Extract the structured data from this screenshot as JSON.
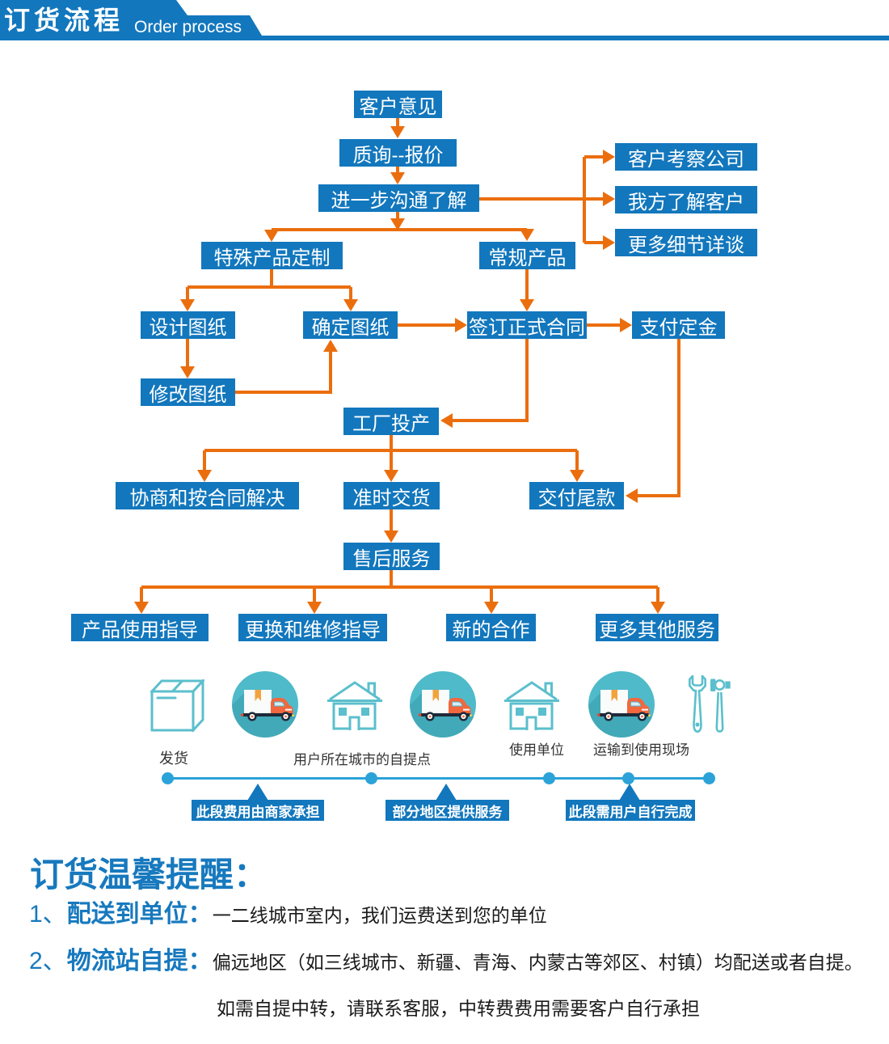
{
  "header": {
    "title_zh": "订货流程",
    "title_en": "Order process"
  },
  "flowchart": {
    "nodes": [
      {
        "id": "customer-feedback",
        "label": "客户意见"
      },
      {
        "id": "inquiry-quotation",
        "label": "质询--报价"
      },
      {
        "id": "further-communication",
        "label": "进一步沟通了解"
      },
      {
        "id": "client-visits-company",
        "label": "客户考察公司"
      },
      {
        "id": "we-understand-client",
        "label": "我方了解客户"
      },
      {
        "id": "more-details-discussion",
        "label": "更多细节详谈"
      },
      {
        "id": "special-product-custom",
        "label": "特殊产品定制"
      },
      {
        "id": "regular-product",
        "label": "常规产品"
      },
      {
        "id": "design-drawings",
        "label": "设计图纸"
      },
      {
        "id": "confirm-drawings",
        "label": "确定图纸"
      },
      {
        "id": "sign-formal-contract",
        "label": "签订正式合同"
      },
      {
        "id": "pay-deposit",
        "label": "支付定金"
      },
      {
        "id": "modify-drawings",
        "label": "修改图纸"
      },
      {
        "id": "factory-production",
        "label": "工厂投产"
      },
      {
        "id": "negotiate-per-contract",
        "label": "协商和按合同解决"
      },
      {
        "id": "on-time-delivery",
        "label": "准时交货"
      },
      {
        "id": "pay-balance",
        "label": "交付尾款"
      },
      {
        "id": "after-sales-service",
        "label": "售后服务"
      },
      {
        "id": "product-usage-guidance",
        "label": "产品使用指导"
      },
      {
        "id": "replacement-repair-guidance",
        "label": "更换和维修指导"
      },
      {
        "id": "new-cooperation",
        "label": "新的合作"
      },
      {
        "id": "more-other-services",
        "label": "更多其他服务"
      }
    ],
    "edges": [
      [
        "customer-feedback",
        "inquiry-quotation"
      ],
      [
        "inquiry-quotation",
        "further-communication"
      ],
      [
        "further-communication",
        "client-visits-company"
      ],
      [
        "further-communication",
        "we-understand-client"
      ],
      [
        "further-communication",
        "more-details-discussion"
      ],
      [
        "further-communication",
        "special-product-custom"
      ],
      [
        "further-communication",
        "regular-product"
      ],
      [
        "special-product-custom",
        "design-drawings"
      ],
      [
        "special-product-custom",
        "confirm-drawings"
      ],
      [
        "design-drawings",
        "modify-drawings"
      ],
      [
        "modify-drawings",
        "confirm-drawings"
      ],
      [
        "confirm-drawings",
        "sign-formal-contract"
      ],
      [
        "regular-product",
        "sign-formal-contract"
      ],
      [
        "sign-formal-contract",
        "pay-deposit"
      ],
      [
        "sign-formal-contract",
        "factory-production"
      ],
      [
        "pay-deposit",
        "pay-balance"
      ],
      [
        "factory-production",
        "negotiate-per-contract"
      ],
      [
        "factory-production",
        "on-time-delivery"
      ],
      [
        "factory-production",
        "pay-balance"
      ],
      [
        "on-time-delivery",
        "after-sales-service"
      ],
      [
        "after-sales-service",
        "product-usage-guidance"
      ],
      [
        "after-sales-service",
        "replacement-repair-guidance"
      ],
      [
        "after-sales-service",
        "new-cooperation"
      ],
      [
        "after-sales-service",
        "more-other-services"
      ]
    ]
  },
  "logistics": {
    "icons": [
      "package-icon",
      "delivery-truck-icon",
      "pickup-house-icon",
      "delivery-truck-icon",
      "unit-house-icon",
      "delivery-truck-icon",
      "tools-icon"
    ],
    "labels": {
      "ship": "发货",
      "pickup_point": "用户所在城市的自提点",
      "using_unit": "使用单位",
      "transport_to_site": "运输到使用现场"
    },
    "segments": [
      "此段费用由商家承担",
      "部分地区提供服务",
      "此段需用户自行完成"
    ]
  },
  "reminder": {
    "title": "订货温馨提醒：",
    "items": [
      {
        "num": "1、",
        "label": "配送到单位：",
        "text": "一二线城市室内，我们运费送到您的单位"
      },
      {
        "num": "2、",
        "label": "物流站自提：",
        "text": "偏远地区（如三线城市、新疆、青海、内蒙古等郊区、村镇）均配送或者自提。"
      },
      {
        "num": "",
        "label": "",
        "text": "如需自提中转，请联系客服，中转费费用需要客户自行承担"
      }
    ]
  },
  "colors": {
    "primary_blue": "#1277BD",
    "arrow_orange": "#EB6E0E",
    "timeline_blue": "#2BA3D8",
    "icon_teal": "#5BBFCD",
    "title_blue": "#1779BE",
    "text_dark": "#1A1A1A"
  }
}
